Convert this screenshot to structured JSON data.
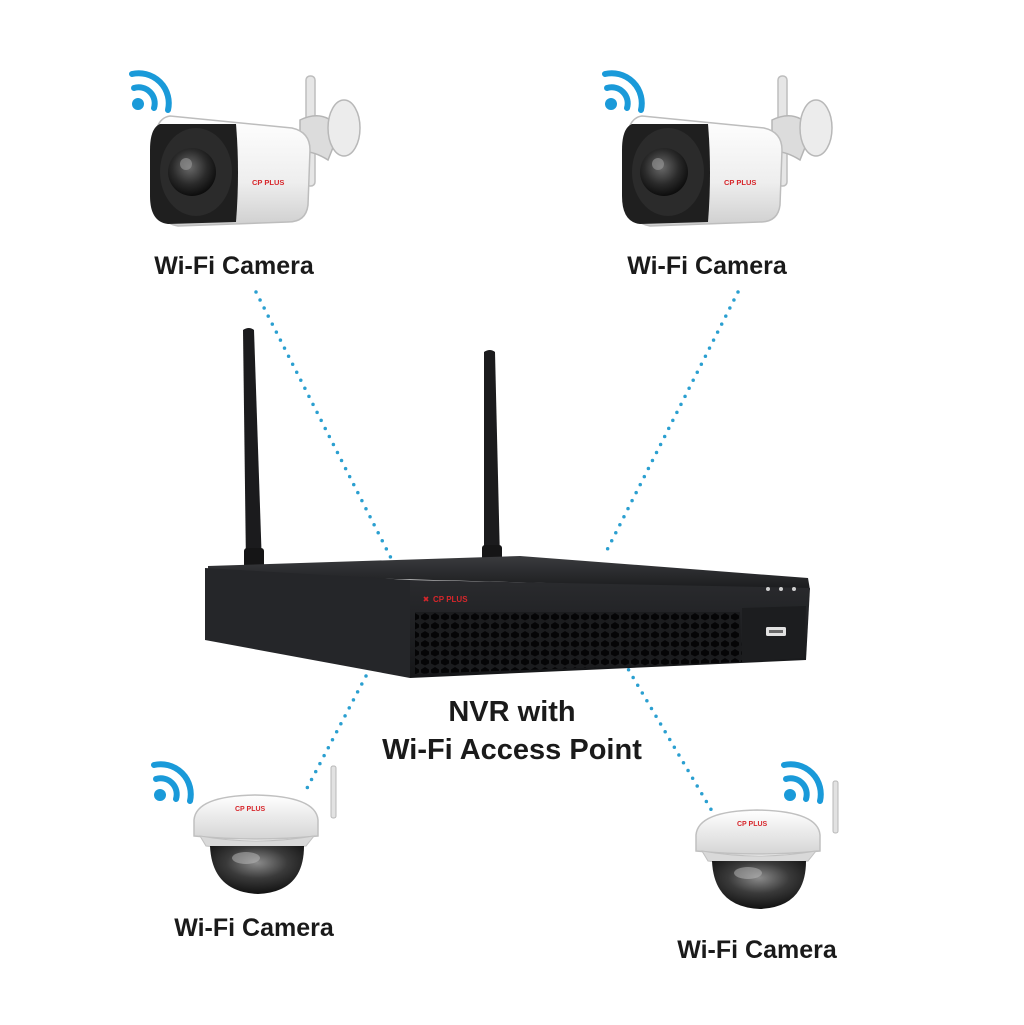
{
  "colors": {
    "wifi_blue": "#1a9ad9",
    "link_dots": "#2a9fd0",
    "brand_red": "#d7262b",
    "nvr_body": "#1e1f21",
    "camera_white": "#f2f2f2",
    "text": "#1a1a1a"
  },
  "nodes": {
    "camera_top_left": {
      "label": "Wi-Fi Camera",
      "icon": "bullet-camera-icon",
      "brand": "CP PLUS"
    },
    "camera_top_right": {
      "label": "Wi-Fi Camera",
      "icon": "bullet-camera-icon",
      "brand": "CP PLUS"
    },
    "camera_bottom_left": {
      "label": "Wi-Fi Camera",
      "icon": "dome-camera-icon",
      "brand": "CP PLUS"
    },
    "camera_bottom_right": {
      "label": "Wi-Fi Camera",
      "icon": "dome-camera-icon",
      "brand": "CP PLUS"
    },
    "nvr": {
      "label_line1": "NVR with",
      "label_line2": "Wi-Fi Access Point",
      "icon": "nvr-recorder-icon",
      "brand": "CP PLUS"
    }
  },
  "links": [
    {
      "from": "camera_top_left",
      "to": "nvr",
      "style": "dotted"
    },
    {
      "from": "camera_top_right",
      "to": "nvr",
      "style": "dotted"
    },
    {
      "from": "camera_bottom_left",
      "to": "nvr",
      "style": "dotted"
    },
    {
      "from": "camera_bottom_right",
      "to": "nvr",
      "style": "dotted"
    }
  ]
}
